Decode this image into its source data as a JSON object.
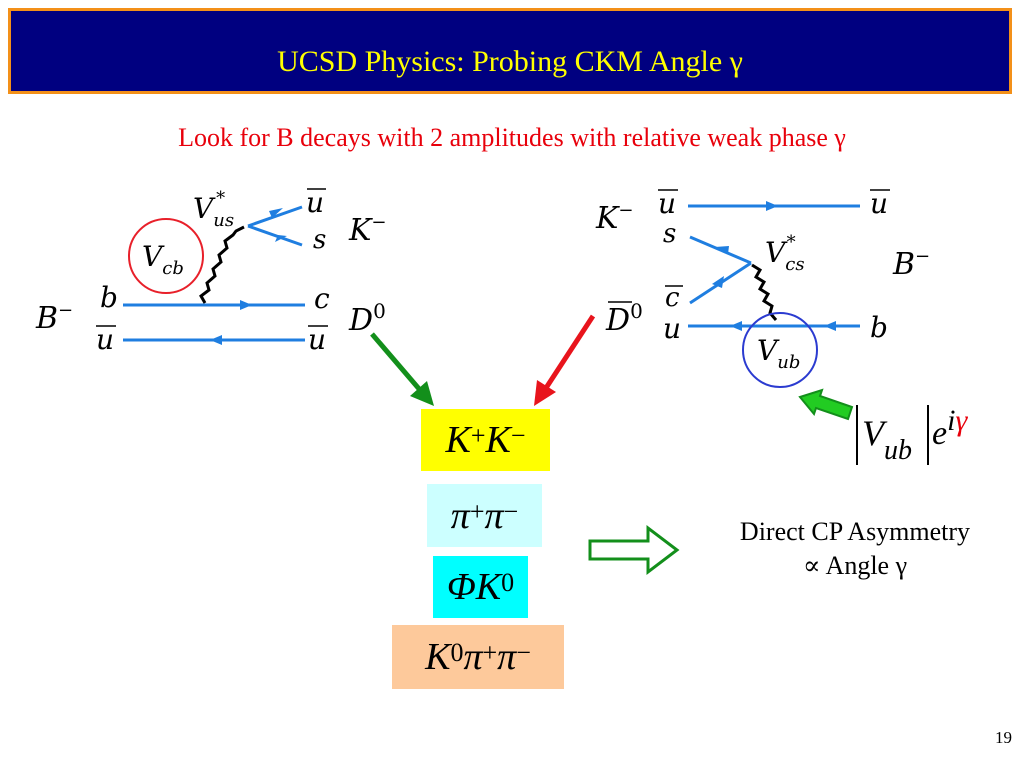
{
  "title": "UCSD Physics: Probing CKM Angle  γ",
  "subtitle": "Look for B decays with 2 amplitudes with  relative weak phase γ",
  "left_diagram": {
    "vertex_label_main": "V",
    "vertex_label_sub": "us",
    "vertex_label_sup": "*",
    "circled_label_main": "V",
    "circled_label_sub": "cb",
    "quark_ubar_top": "u",
    "quark_s": "s",
    "kaon_main": "K",
    "kaon_sup": "−",
    "meson_main": "B",
    "meson_sup": "−",
    "quark_b": "b",
    "quark_c": "c",
    "d_meson_main": "D",
    "d_meson_sup": "0",
    "quark_ubar_left": "u",
    "quark_ubar_right": "u"
  },
  "right_diagram": {
    "kaon_main": "K",
    "kaon_sup": "−",
    "quark_ubar_left": "u",
    "quark_ubar_right": "u",
    "quark_s": "s",
    "vertex_label_main": "V",
    "vertex_label_sub": "cs",
    "vertex_label_sup": "*",
    "meson_main": "B",
    "meson_sup": "−",
    "d_meson_main": "D",
    "d_meson_sup": "0",
    "quark_cbar": "c",
    "quark_u": "u",
    "quark_b": "b",
    "circled_label_main": "V",
    "circled_label_sub": "ub"
  },
  "phase_expression": {
    "v": "V",
    "sub": "ub",
    "e": "e",
    "i": "i",
    "gamma": "γ"
  },
  "final_states": [
    {
      "base": "K",
      "sup1": "+",
      "base2": "K",
      "sup2": "−",
      "color": "#ffff00"
    },
    {
      "base": "π",
      "sup1": "+",
      "base2": "π",
      "sup2": "−",
      "color": "#ccffff"
    },
    {
      "base": "ΦK",
      "sup1": "0",
      "color": "#00ffff"
    },
    {
      "base": "K",
      "sup1": "0",
      "base2": "π",
      "sup2": "+",
      "base3": "π",
      "sup3": "−",
      "color": "#fdc99b"
    }
  ],
  "note": {
    "line1": "Direct  CP Asymmetry",
    "line2": "∝ Angle γ"
  },
  "page_number": "19",
  "colors": {
    "title_bg": "#000080",
    "title_border": "#f39019",
    "title_text": "#ffff00",
    "subtitle_text": "#e8000b",
    "quark_line": "#1f7ee0",
    "circle_left": "#e8202a",
    "circle_right": "#2b3bd0",
    "arrow_green": "#138f1b",
    "arrow_red": "#e8141c",
    "arrow_light_green": "#22cc22"
  }
}
